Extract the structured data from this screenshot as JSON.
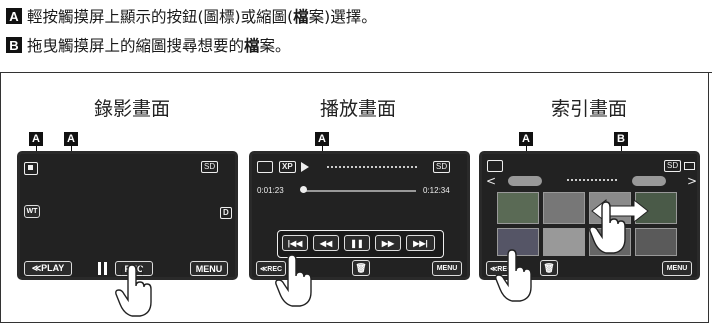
{
  "instructions": [
    {
      "badge": "A",
      "text_a": "輕按觸摸屏上顯示的按鈕(圖標)或縮圖(",
      "text_bold": "檔",
      "text_b": "案)選擇。"
    },
    {
      "badge": "B",
      "text_a": "拖曳觸摸屏上的縮圖搜尋想要的",
      "text_bold": "檔",
      "text_b": "案。"
    }
  ],
  "screens": [
    {
      "title": "錄影畫面",
      "labels": [
        "A",
        "A"
      ],
      "sd": "SD",
      "wt": "WT",
      "d": "D",
      "buttons": {
        "play": "≪PLAY",
        "rec": "REC",
        "menu": "MENU"
      }
    },
    {
      "title": "播放畫面",
      "labels": [
        "A"
      ],
      "sd": "SD",
      "xp": "XP",
      "elapsed": "0:01:23",
      "total": "0:12:34",
      "buttons": {
        "rec": "≪REC",
        "menu": "MENU"
      }
    },
    {
      "title": "索引畫面",
      "labels": [
        "A",
        "B"
      ],
      "sd": "SD",
      "buttons": {
        "rec": "≪REC",
        "menu": "MENU"
      }
    }
  ]
}
